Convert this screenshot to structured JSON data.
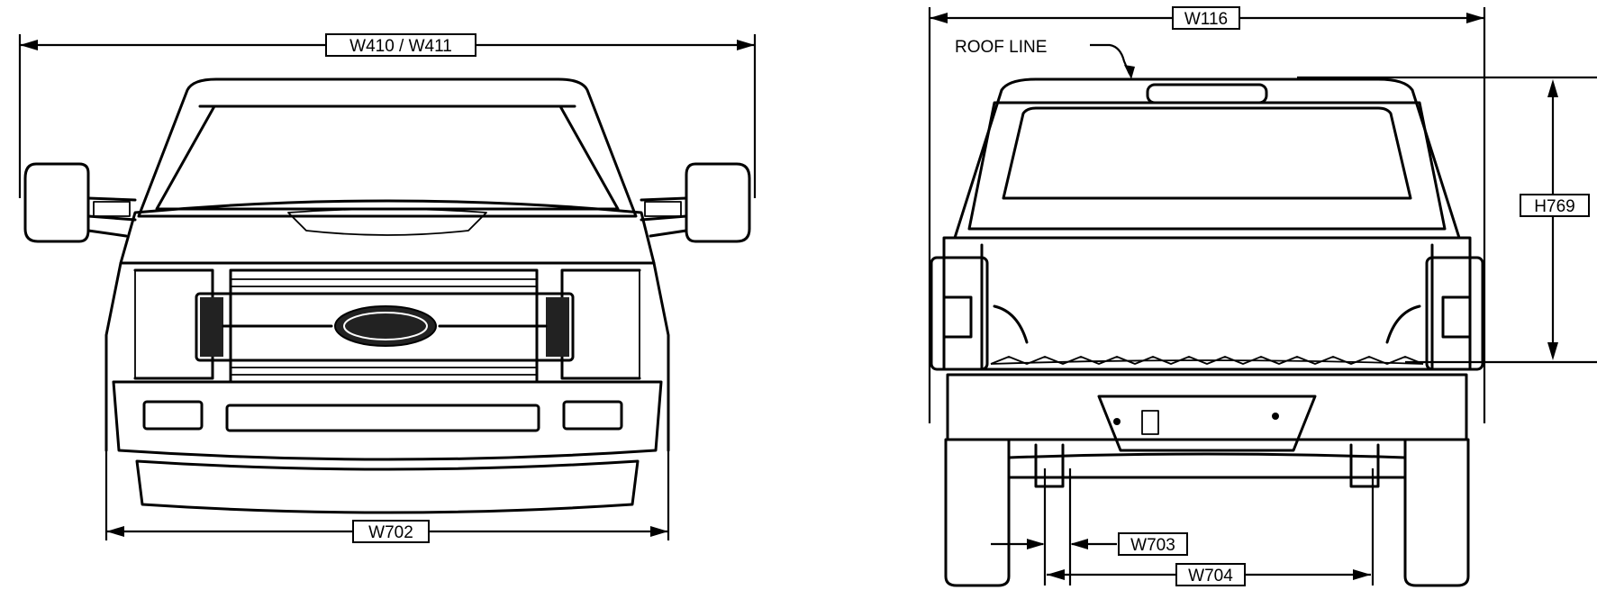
{
  "front_view": {
    "overall_width_label": "W410 / W411",
    "track_width_label": "W702"
  },
  "rear_view": {
    "overall_width_label": "W116",
    "roof_line_label": "ROOF LINE",
    "height_label": "H769",
    "inner_width_label": "W703",
    "tire_width_label": "W704"
  },
  "icons": {
    "brand_emblem": "oval-emblem-icon"
  }
}
